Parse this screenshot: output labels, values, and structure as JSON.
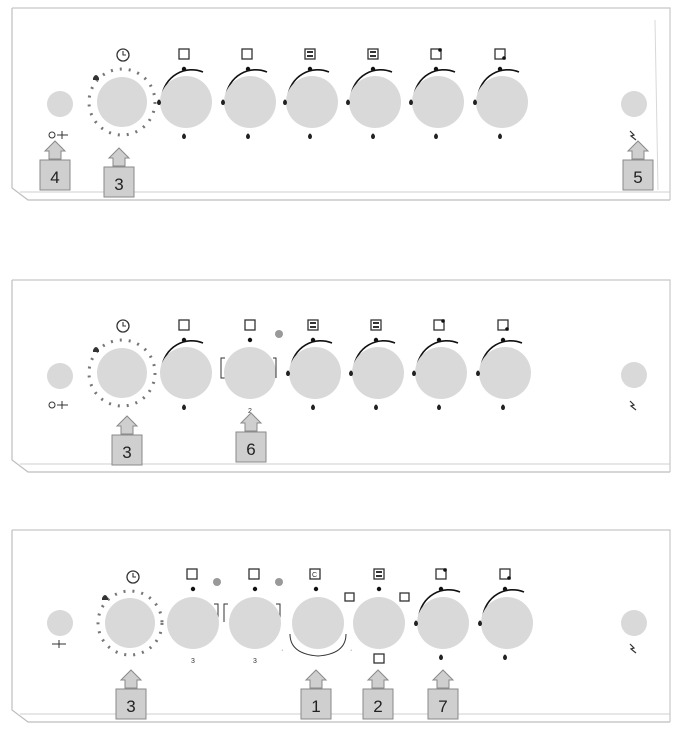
{
  "panels": [
    {
      "id": "top",
      "callouts": [
        "4",
        "3",
        "5"
      ]
    },
    {
      "id": "middle",
      "callouts": [
        "3",
        "6"
      ]
    },
    {
      "id": "bottom",
      "callouts": [
        "3",
        "1",
        "2",
        "7"
      ]
    }
  ],
  "knob_labels": {
    "middle_knob3": "2",
    "bottom_knob2": "3",
    "bottom_knob3": "3"
  },
  "colors": {
    "knob": "#d9d9d9",
    "callout_fill": "#cfcfcf",
    "callout_stroke": "#8a8a8a",
    "panel_line": "#bdbdbd"
  }
}
